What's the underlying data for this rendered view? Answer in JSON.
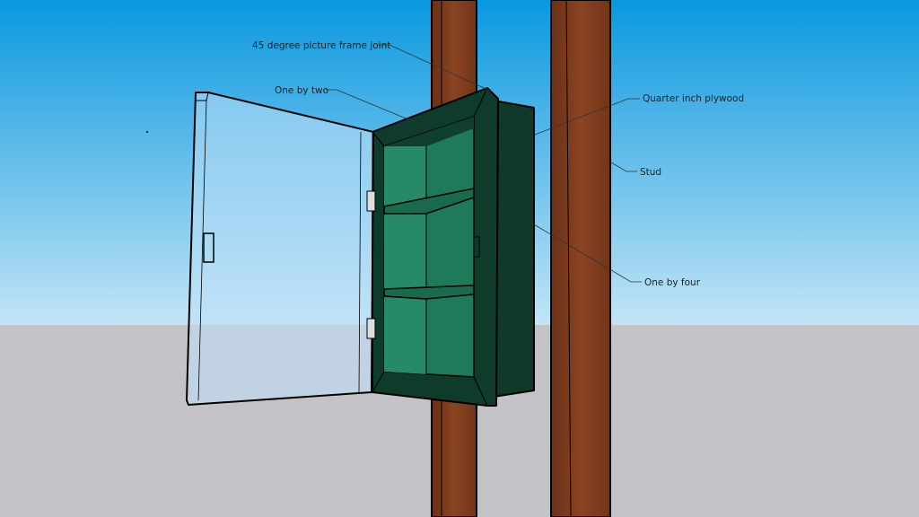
{
  "colors": {
    "sky_top": "#0a98df",
    "sky_bottom": "#c2e5f6",
    "ground": "#c3c3c7",
    "stud": "#7a3a1c",
    "cabinet_frame": "#0e3b2a",
    "cabinet_interior": "#1f7a5a",
    "glass": "#bfe0f7"
  },
  "labels": {
    "joint": "45 degree picture frame joint",
    "one_by_two": "One by two",
    "plywood": "Quarter inch plywood",
    "stud": "Stud",
    "one_by_four": "One by four"
  }
}
